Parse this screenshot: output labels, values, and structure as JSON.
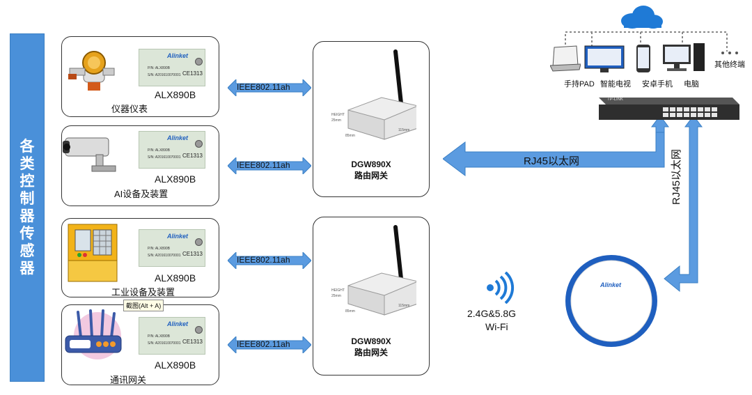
{
  "sidebar": {
    "title": "各类控制器传感器"
  },
  "devices": [
    {
      "module_model": "ALX890B",
      "device_label": "仪器仪表",
      "protocol": "IEEE802.11ah",
      "icon": "meter-icon"
    },
    {
      "module_model": "ALX890B",
      "device_label": "AI设备及装置",
      "protocol": "IEEE802.11ah",
      "icon": "camera-icon"
    },
    {
      "module_model": "ALX890B",
      "device_label": "工业设备及装置",
      "protocol": "IEEE802.11ah",
      "icon": "industrial-cabinet-icon"
    },
    {
      "module_model": "ALX890B",
      "device_label": "通讯网关",
      "protocol": "IEEE802.11ah",
      "icon": "router-icon"
    }
  ],
  "module_print": {
    "brand": "Alinket",
    "pn": "P/N: ALX890B",
    "sn": "S/N: A201610070001",
    "ce": "CE1313"
  },
  "gateways": [
    {
      "name": "DGW890X",
      "subtitle": "路由网关"
    },
    {
      "name": "DGW890X",
      "subtitle": "路由网关"
    }
  ],
  "gateway_dims": {
    "d1": "25mm",
    "d2": "85mm",
    "d3": "115mm",
    "tag": "HEIGHT"
  },
  "links": {
    "rj45_horizontal": "RJ45以太网",
    "rj45_vertical": "RJ45以太网",
    "wifi": "2.4G&5.8G",
    "wifi_sub": "Wi-Fi"
  },
  "terminals": {
    "handheld": "手持PAD",
    "smart_tv": "智能电视",
    "android": "安卓手机",
    "pc": "电脑",
    "other": "其他终端"
  },
  "switch_brand": "TP-LINK",
  "ap_brand": "Alinket",
  "tooltip": "截图(Alt + A)",
  "colors": {
    "accent": "#4a90d9",
    "arrow": "#5b9be0",
    "cloud": "#1f7ad6"
  }
}
